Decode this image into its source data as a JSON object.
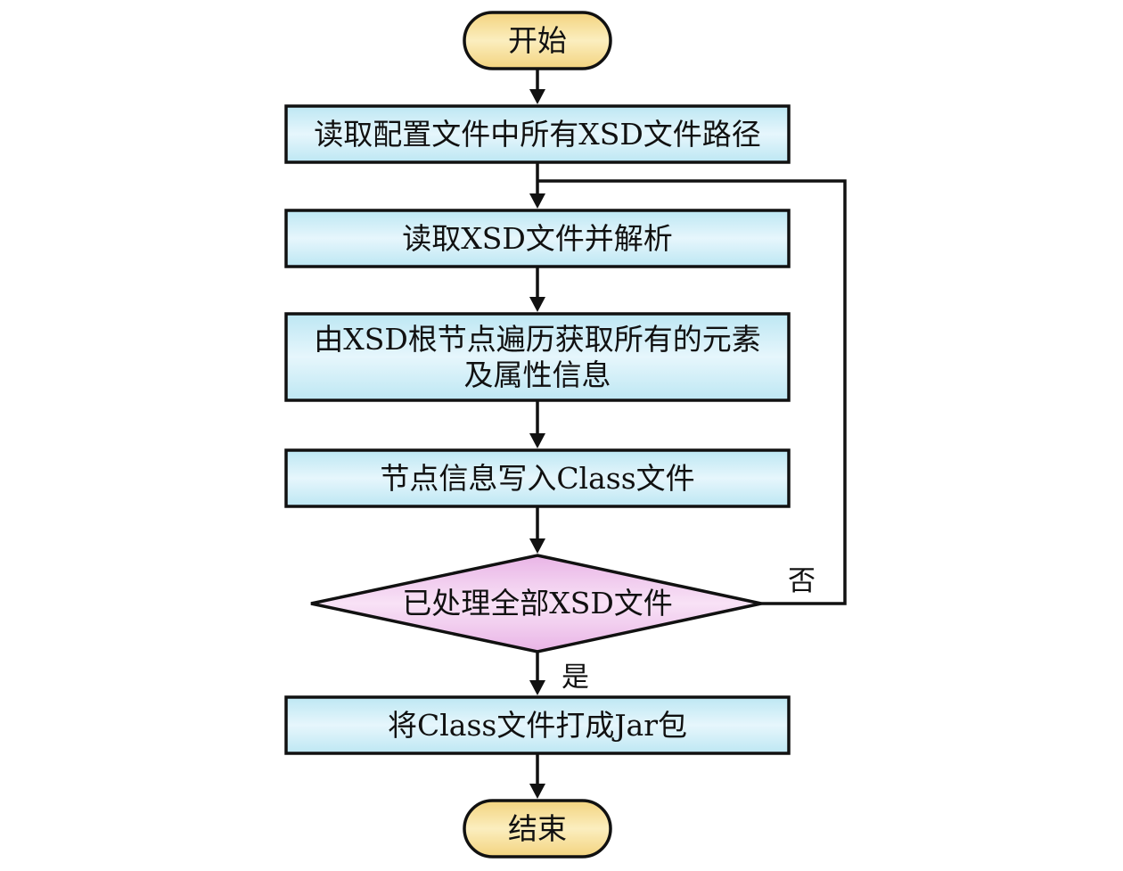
{
  "flowchart": {
    "start": {
      "label": "开始"
    },
    "steps": [
      {
        "label": "读取配置文件中所有XSD文件路径"
      },
      {
        "label": "读取XSD文件并解析"
      },
      {
        "label": "由XSD根节点遍历获取所有的元素",
        "label_line2": "及属性信息"
      },
      {
        "label": "节点信息写入Class文件"
      }
    ],
    "decision": {
      "label": "已处理全部XSD文件",
      "yes_label": "是",
      "no_label": "否"
    },
    "final_step": {
      "label": "将Class文件打成Jar包"
    },
    "end": {
      "label": "结束"
    }
  },
  "colors": {
    "terminal_fill": "#f6df96",
    "process_fill": "#cdeef8",
    "decision_fill": "#f0c8ee",
    "stroke": "#111111"
  }
}
